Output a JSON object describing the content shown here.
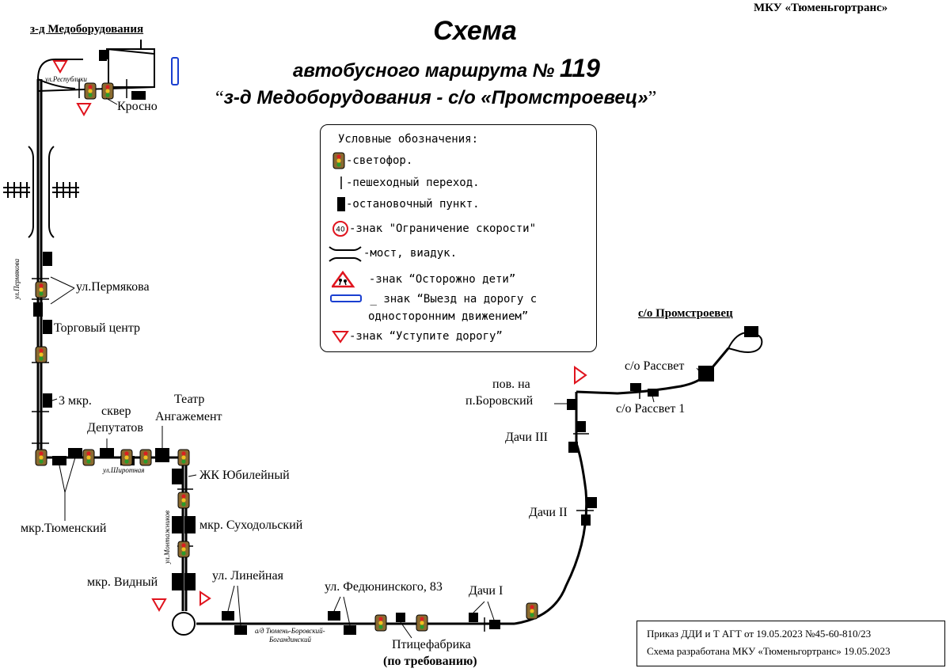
{
  "org": "МКУ «Тюменьгортранс»",
  "title": {
    "line1": "Схема",
    "line2_prefix": "автобусного маршрута №",
    "line2_num": "119",
    "line3_open": "“",
    "line3_text": "з-д Медоборудования - с/о «Промстроевец»",
    "line3_close": "”"
  },
  "terminals": {
    "start": "з-д Медоборудования",
    "end": "с/о Промстроевец"
  },
  "legend": {
    "title": "Условные обозначения:",
    "traffic_light": "-светофор.",
    "crossing": "-пешеходный переход.",
    "stop": "-остановочный пункт.",
    "speed_sign_value": "40",
    "speed_sign": "-знак \"Ограничение скорости\"",
    "bridge": "-мост, виадук.",
    "children": "-знак “Осторожно дети”",
    "oneway_sep": "_",
    "oneway_l1": "знак “Выезд на дорогу с",
    "oneway_l2": "односторонним движением”",
    "yield": "-знак “Уступите дорогу”"
  },
  "streets": {
    "respubliki": "ул.Республики",
    "permyakova": "ул.Пермякова",
    "shirotnaya": "ул.Широтная",
    "montazhnikov": "ул.Монтажников",
    "tyumen_road_l1": "а/д Тюмень-Боровский-",
    "tyumen_road_l2": "Богандинский"
  },
  "stops": {
    "krosno": "Кросно",
    "permyakova": "ул.Пермякова",
    "trade_center": "Торговый центр",
    "mkr3": "3 мкр.",
    "skver_l1": "сквер",
    "skver_l2": "Депутатов",
    "teatr_l1": "Театр",
    "teatr_l2": "Ангажемент",
    "tyumenskiy": "мкр.Тюменский",
    "zhk": "ЖК Юбилейный",
    "sukhodolskiy": "мкр. Суходольский",
    "vidnyi": "мкр. Видный",
    "lineinaya": "ул. Линейная",
    "fedyuninskogo": "ул. Федюнинского, 83",
    "ptitsefabrika": "Птицефабрика",
    "on_request": "(по требованию)",
    "dachi1": "Дачи I",
    "dachi2": "Дачи II",
    "dachi3": "Дачи III",
    "borovskiy_l1": "пов. на",
    "borovskiy_l2": "п.Боровский",
    "rassvet": "с/о Рассвет",
    "rassvet1": "с/о Рассвет 1"
  },
  "order": {
    "line1": "Приказ ДДИ и Т АГТ от 19.05.2023 №45-60-810/23",
    "line2": "Схема разработана МКУ «Тюменьгортранс» 19.05.2023"
  },
  "colors": {
    "route": "#000000",
    "sign_red": "#e0141e",
    "oneway_blue": "#1a3fd0",
    "light_body": "#8a6a30",
    "light_red": "#d92020",
    "light_yellow": "#f0c020",
    "light_green": "#2a9a2a"
  }
}
